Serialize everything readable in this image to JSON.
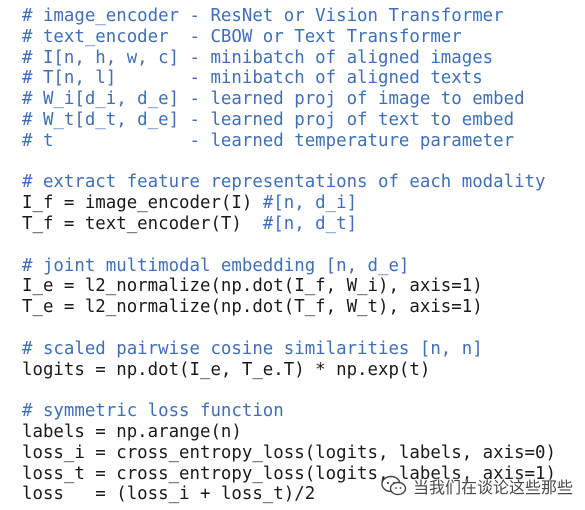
{
  "code_lines": [
    {
      "type": "comment",
      "text": "# image_encoder - ResNet or Vision Transformer"
    },
    {
      "type": "comment",
      "text": "# text_encoder  - CBOW or Text Transformer"
    },
    {
      "type": "comment",
      "text": "# I[n, h, w, c] - minibatch of aligned images"
    },
    {
      "type": "comment",
      "text": "# T[n, l]       - minibatch of aligned texts"
    },
    {
      "type": "comment",
      "text": "# W_i[d_i, d_e] - learned proj of image to embed"
    },
    {
      "type": "comment",
      "text": "# W_t[d_t, d_e] - learned proj of text to embed"
    },
    {
      "type": "comment",
      "text": "# t             - learned temperature parameter"
    },
    {
      "type": "blank",
      "text": ""
    },
    {
      "type": "comment",
      "text": "# extract feature representations of each modality"
    },
    {
      "type": "mixed",
      "code": "I_f = image_encoder(I) ",
      "comment": "#[n, d_i]"
    },
    {
      "type": "mixed",
      "code": "T_f = text_encoder(T)  ",
      "comment": "#[n, d_t]"
    },
    {
      "type": "blank",
      "text": ""
    },
    {
      "type": "comment",
      "text": "# joint multimodal embedding [n, d_e]"
    },
    {
      "type": "code",
      "text": "I_e = l2_normalize(np.dot(I_f, W_i), axis=1)"
    },
    {
      "type": "code",
      "text": "T_e = l2_normalize(np.dot(T_f, W_t), axis=1)"
    },
    {
      "type": "blank",
      "text": ""
    },
    {
      "type": "comment",
      "text": "# scaled pairwise cosine similarities [n, n]"
    },
    {
      "type": "code",
      "text": "logits = np.dot(I_e, T_e.T) * np.exp(t)"
    },
    {
      "type": "blank",
      "text": ""
    },
    {
      "type": "comment",
      "text": "# symmetric loss function"
    },
    {
      "type": "code",
      "text": "labels = np.arange(n)"
    },
    {
      "type": "code",
      "text": "loss_i = cross_entropy_loss(logits, labels, axis=0)"
    },
    {
      "type": "code",
      "text": "loss_t = cross_entropy_loss(logits, labels, axis=1)"
    },
    {
      "type": "code",
      "text": "loss   = (loss_i + loss_t)/2"
    }
  ],
  "watermark": {
    "text": "当我们在谈论这些那些",
    "icon": "wechat-icon"
  },
  "colors": {
    "comment": "#3f6fb8",
    "code": "#1a1a1a",
    "background": "#ffffff"
  }
}
